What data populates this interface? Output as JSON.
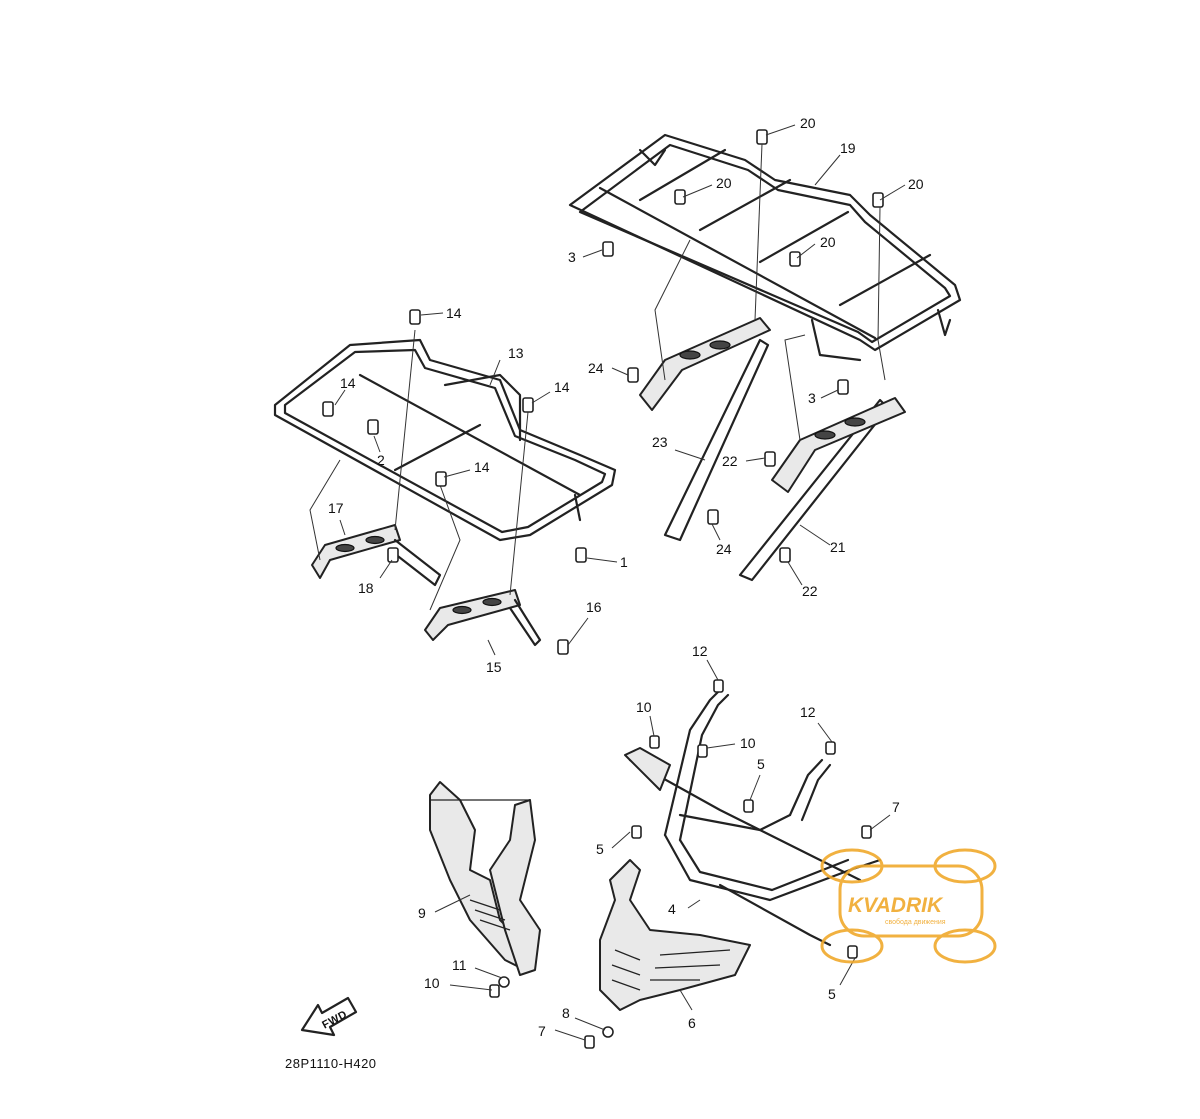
{
  "diagram_code": "28P1110-H420",
  "fwd_label": "FWD",
  "watermark": {
    "brand": "KVADRIK",
    "tagline": "свобода движения",
    "color": "#f0a92c"
  },
  "callouts": {
    "c1": "1",
    "c2": "2",
    "c3a": "3",
    "c3b": "3",
    "c4": "4",
    "c5a": "5",
    "c5b": "5",
    "c5c": "5",
    "c6": "6",
    "c7a": "7",
    "c7b": "7",
    "c8": "8",
    "c9": "9",
    "c10a": "10",
    "c10b": "10",
    "c10c": "10",
    "c11": "11",
    "c12a": "12",
    "c12b": "12",
    "c13": "13",
    "c14a": "14",
    "c14b": "14",
    "c14c": "14",
    "c14d": "14",
    "c15": "15",
    "c16": "16",
    "c17": "17",
    "c18": "18",
    "c19": "19",
    "c20a": "20",
    "c20b": "20",
    "c20c": "20",
    "c20d": "20",
    "c21": "21",
    "c22a": "22",
    "c22b": "22",
    "c23": "23",
    "c24a": "24",
    "c24b": "24"
  }
}
